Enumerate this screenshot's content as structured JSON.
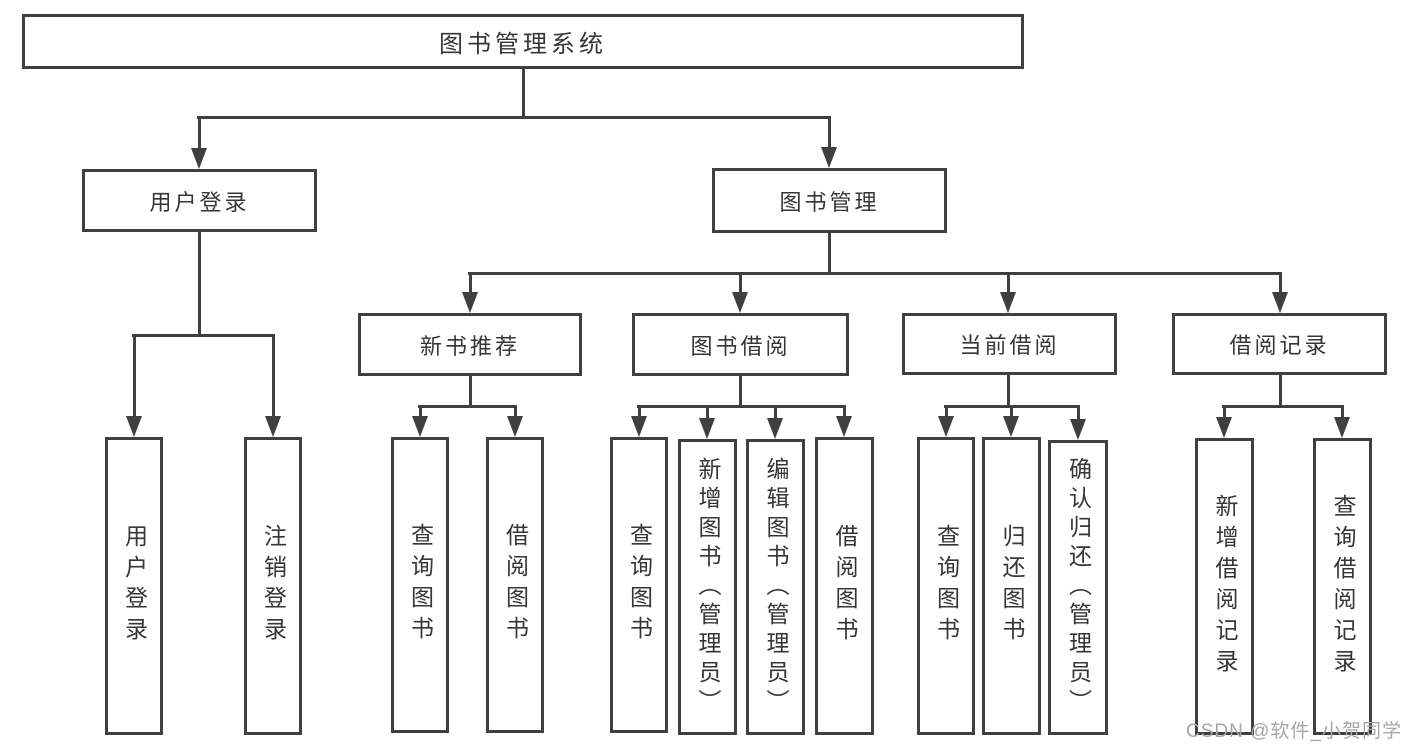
{
  "diagram": {
    "title": "图书管理系统",
    "user_branch": {
      "label": "用户登录",
      "children": [
        {
          "label": "用户登录"
        },
        {
          "label": "注销登录"
        }
      ]
    },
    "book_branch": {
      "label": "图书管理",
      "groups": [
        {
          "label": "新书推荐",
          "children": [
            {
              "label": "查询图书"
            },
            {
              "label": "借阅图书"
            }
          ]
        },
        {
          "label": "图书借阅",
          "children": [
            {
              "label": "查询图书"
            },
            {
              "label": "新增图书（管理员）"
            },
            {
              "label": "编辑图书（管理员）"
            },
            {
              "label": "借阅图书"
            }
          ]
        },
        {
          "label": "当前借阅",
          "children": [
            {
              "label": "查询图书"
            },
            {
              "label": "归还图书"
            },
            {
              "label": "确认归还（管理员）"
            }
          ]
        },
        {
          "label": "借阅记录",
          "children": [
            {
              "label": "新增借阅记录"
            },
            {
              "label": "查询借阅记录"
            }
          ]
        }
      ]
    }
  },
  "watermark": "CSDN @软件_小贺同学",
  "colors": {
    "line": "#3f3f3f",
    "text": "#363636",
    "watermark": "#a6a6a6",
    "background": "#ffffff"
  }
}
